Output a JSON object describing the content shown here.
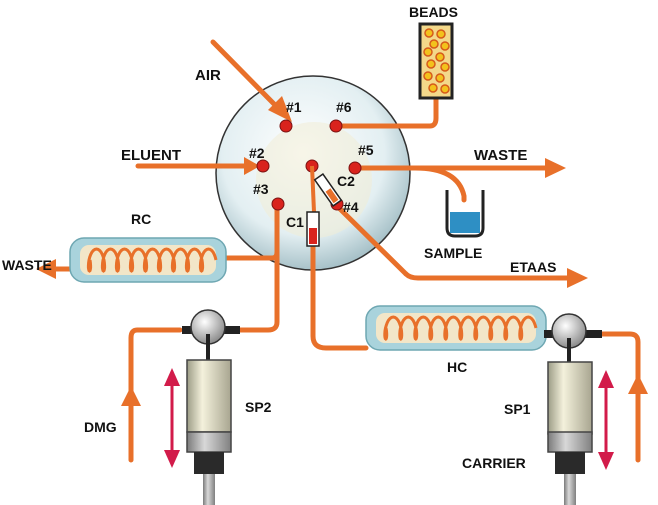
{
  "labels": {
    "beads": "BEADS",
    "air": "AIR",
    "eluent": "ELUENT",
    "waste_right": "WASTE",
    "waste_left": "WASTE",
    "sample": "SAMPLE",
    "etaas": "ETAAS",
    "rc": "RC",
    "hc": "HC",
    "sp2": "SP2",
    "sp1": "SP1",
    "dmg": "DMG",
    "carrier": "CARRIER"
  },
  "ports": {
    "p1": "#1",
    "p2": "#2",
    "p3": "#3",
    "p4": "#4",
    "p5": "#5",
    "p6": "#6",
    "c1": "C1",
    "c2": "C2"
  },
  "colors": {
    "tubing": "#e8702a",
    "valve_body": "#dcebef",
    "port": "#d9231d",
    "coil_housing": "#a9d3dc",
    "coil_inner": "#f2e6c8",
    "syringe_motion": "#d21b4a",
    "beads_fill": "#f3c21c"
  }
}
